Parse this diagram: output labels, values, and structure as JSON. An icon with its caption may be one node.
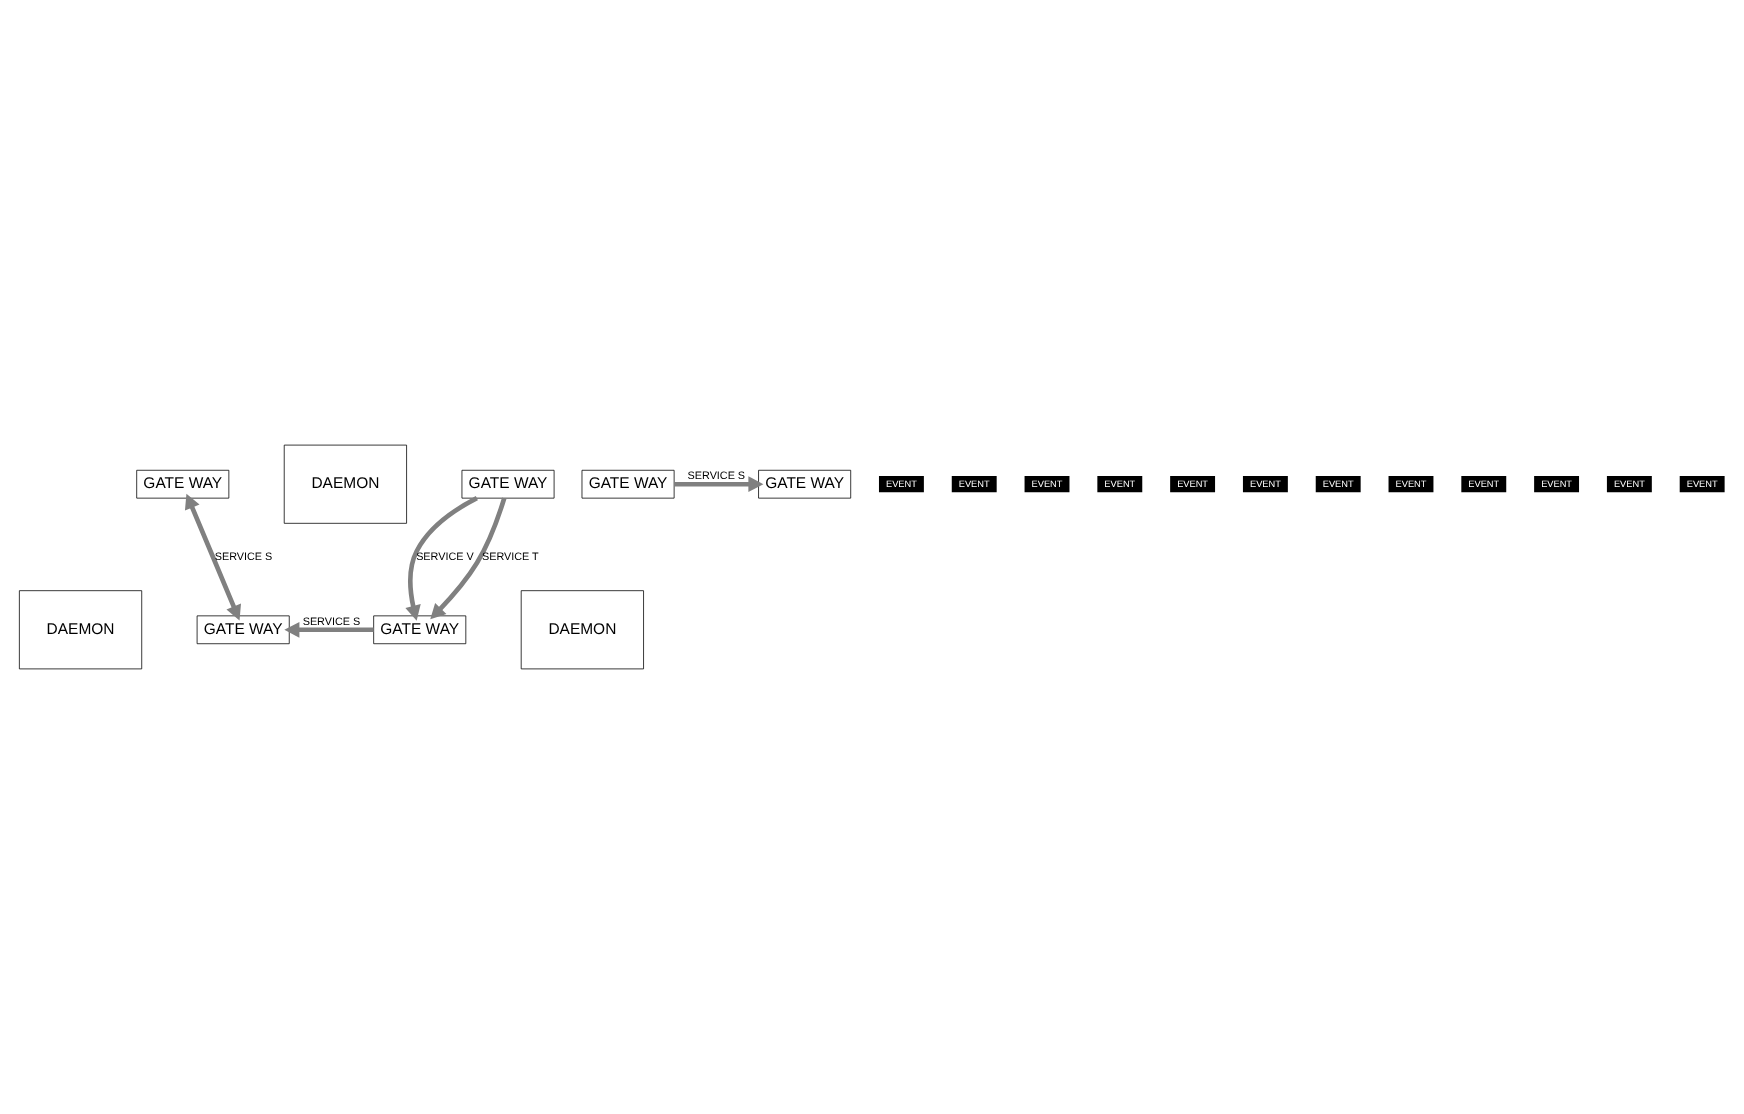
{
  "diagram": {
    "nodes": [
      {
        "text": [
          "GATE WAY"
        ]
      },
      {
        "text": [
          "DAEMON"
        ]
      },
      {
        "text": [
          "GATE WAY"
        ]
      },
      {
        "text": [
          "GATE WAY"
        ]
      },
      {
        "text": [
          "GATE WAY"
        ]
      },
      {
        "text": [
          "DAEMON"
        ]
      },
      {
        "text": [
          "GATE WAY"
        ]
      },
      {
        "text": [
          "GATE WAY"
        ]
      },
      {
        "text": [
          "DAEMON"
        ]
      }
    ],
    "edges": [
      {
        "from": 0,
        "to": 3,
        "arrow": "both",
        "label": "SERVICE S"
      },
      {
        "from": 2,
        "to": 4,
        "arrow": "to",
        "label": "SERVICE V"
      },
      {
        "from": 2,
        "to": 4,
        "arrow": "to",
        "label": "SERVICE T"
      },
      {
        "from": 4,
        "to": 3,
        "arrow": "to",
        "label": "SERVICE S"
      },
      {
        "from": 6,
        "to": 7,
        "arrow": "to",
        "label": "SERVICE S"
      }
    ],
    "labels": [
      "EVENT",
      "EVENT",
      "EVENT",
      "EVENT",
      "EVENT",
      "EVENT",
      "EVENT",
      "EVENT",
      "EVENT",
      "EVENT",
      "EVENT",
      "EVENT"
    ]
  }
}
